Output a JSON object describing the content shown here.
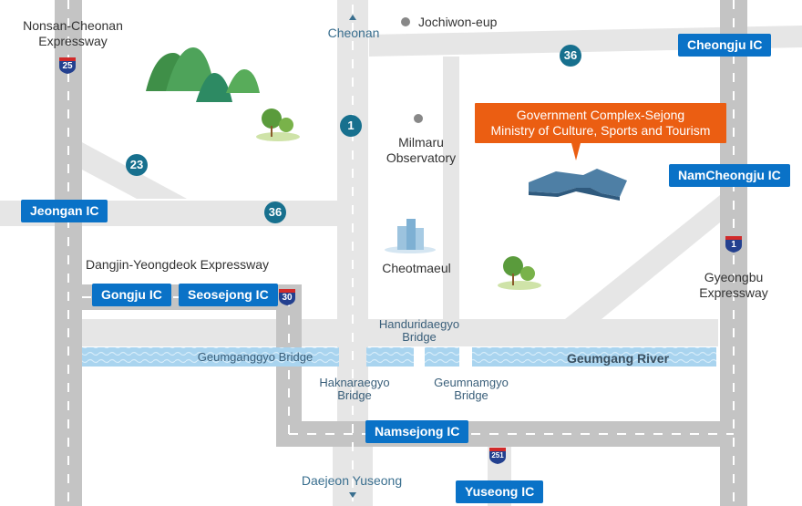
{
  "places": {
    "jochiwon": "Jochiwon-eup",
    "cheonan": "Cheonan",
    "milmaru": "Milmaru\nObservatory",
    "cheotmaeul": "Cheotmaeul",
    "daejeon": "Daejeon Yuseong"
  },
  "expressways": {
    "nonsan": "Nonsan-Cheonan\nExpressway",
    "dangjin": "Dangjin-Yeongdeok Expressway",
    "gyeongbu": "Gyeongbu\nExpressway"
  },
  "interchanges": {
    "cheongju": "Cheongju IC",
    "namcheongju": "NamCheongju IC",
    "jeongan": "Jeongan IC",
    "gongju": "Gongju IC",
    "seosejong": "Seosejong IC",
    "namsejong": "Namsejong IC",
    "yuseong": "Yuseong IC"
  },
  "routes": {
    "r36a": "36",
    "r1": "1",
    "r23": "23",
    "r36b": "36"
  },
  "expressway_numbers": {
    "e25": "25",
    "e1": "1",
    "e30": "30",
    "e251": "251"
  },
  "destination": {
    "line1": "Government Complex-Sejong",
    "line2": "Ministry of Culture, Sports and Tourism"
  },
  "bridges": {
    "handuridaegyo": "Handuridaegyo\nBridge",
    "geumganggyo": "Geumganggyo Bridge",
    "haknaraegyo": "Haknaraegyo\nBridge",
    "geumnamgyo": "Geumnamgyo\nBridge"
  },
  "river": "Geumgang River",
  "colors": {
    "road": "#e5e5e5",
    "expressway": "#bdbdbd",
    "interchange": "#0a72c7",
    "route_marker": "#17708e",
    "callout": "#eb5e12",
    "river": "#a8d4f0"
  }
}
